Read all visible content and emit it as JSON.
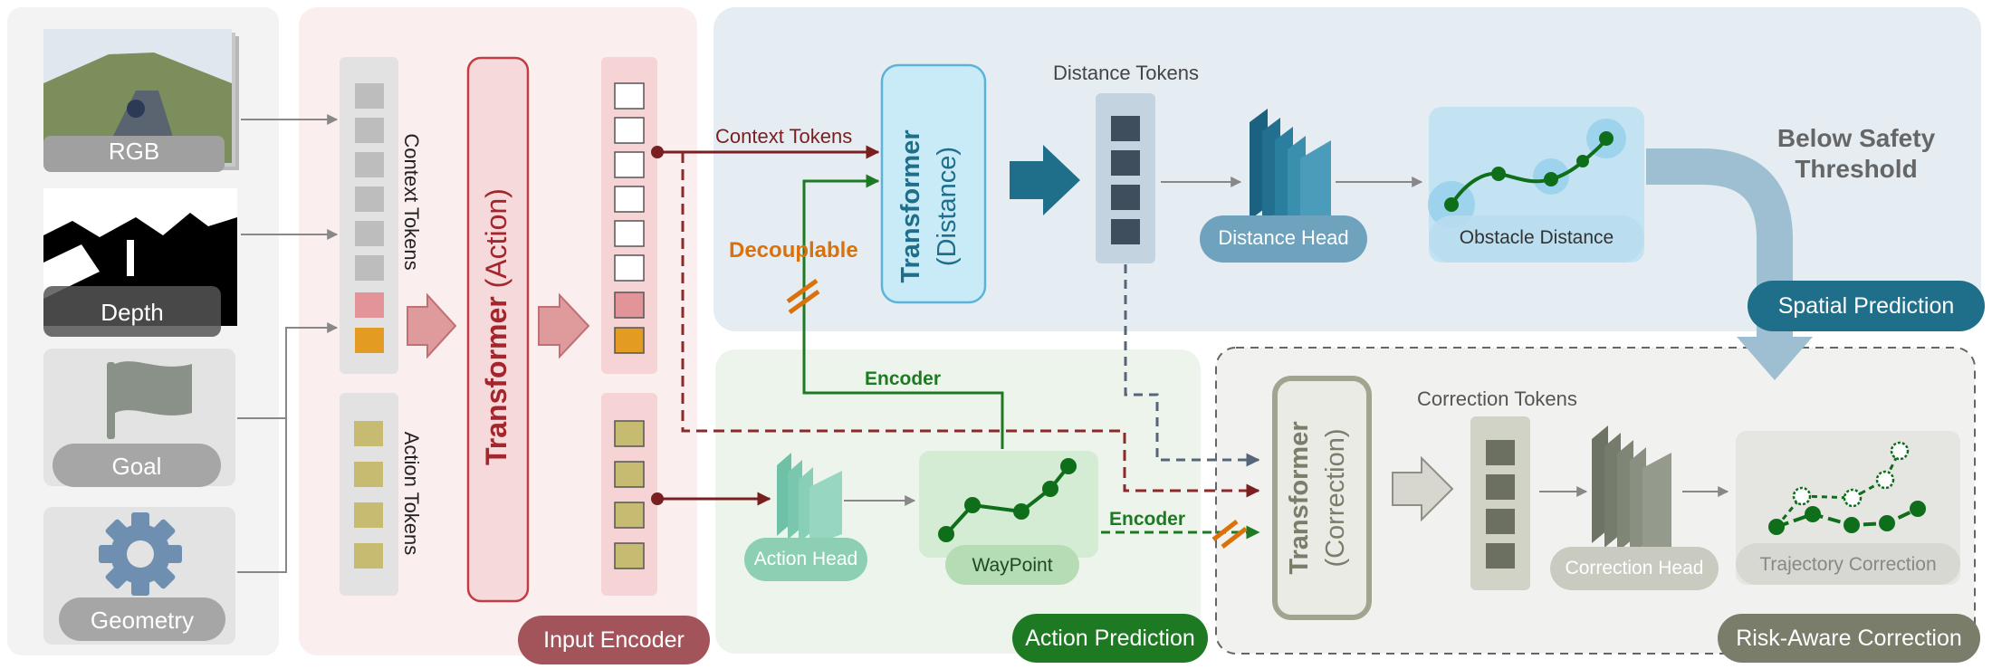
{
  "inputs": {
    "rgb": "RGB",
    "depth": "Depth",
    "goal": "Goal",
    "geometry": "Geometry"
  },
  "encoder": {
    "context_tokens": "Context Tokens",
    "action_tokens": "Action Tokens",
    "transformer_bold": "Transformer",
    "transformer_sub": "(Action)",
    "section_label": "Input Encoder"
  },
  "spatial": {
    "context_tokens_arrow": "Context Tokens",
    "decouplable": "Decouplable",
    "transformer_bold": "Transformer",
    "transformer_sub": "(Distance)",
    "distance_tokens": "Distance Tokens",
    "distance_head": "Distance Head",
    "obstacle_distance": "Obstacle Distance",
    "below_safety": "Below Safety Threshold",
    "section_label": "Spatial Prediction"
  },
  "action": {
    "encoder_top": "Encoder",
    "action_head": "Action Head",
    "waypoint": "WayPoint",
    "encoder_bottom": "Encoder",
    "section_label": "Action Prediction"
  },
  "correction": {
    "transformer_bold": "Transformer",
    "transformer_sub": "(Correction)",
    "correction_tokens": "Correction Tokens",
    "correction_head": "Correction Head",
    "trajectory_correction": "Trajectory Correction",
    "section_label": "Risk-Aware Correction"
  },
  "colors": {
    "encoder_red": "#a3545a",
    "context_arrow": "#7a1f1f",
    "decouple_orange": "#d9720b",
    "spatial_blue": "#1f6f8b",
    "action_green": "#1e7a22",
    "correction_gray": "#7a7d6a"
  }
}
